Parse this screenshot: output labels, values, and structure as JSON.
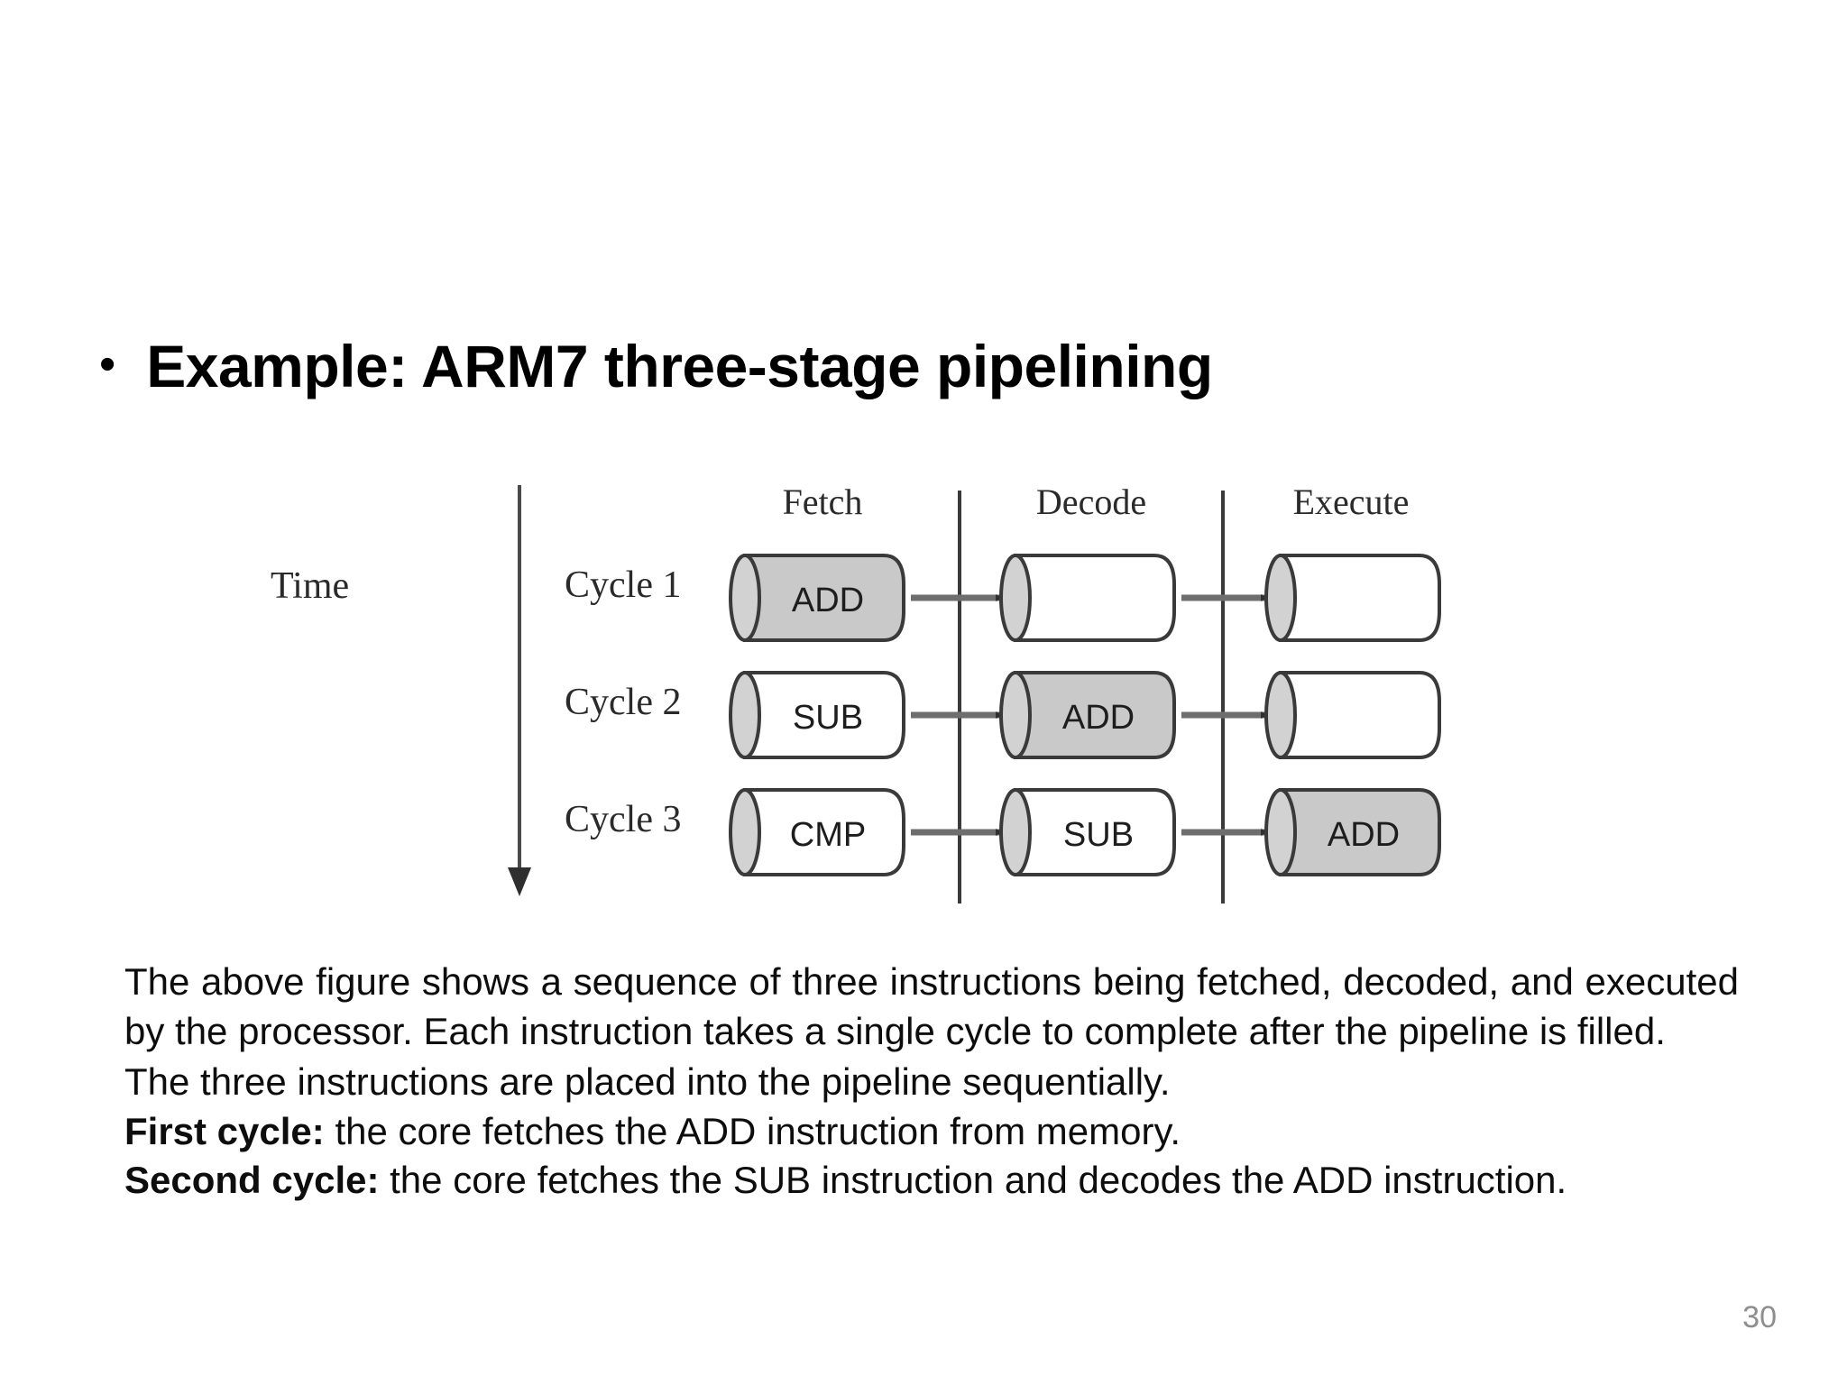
{
  "slide": {
    "bullet_glyph": "•",
    "title": "Example: ARM7 three-stage pipelining",
    "page_number": "30"
  },
  "figure": {
    "time_axis_label": "Time",
    "stage_headers": [
      "Fetch",
      "Decode",
      "Execute"
    ],
    "row_labels": [
      "Cycle 1",
      "Cycle 2",
      "Cycle 3"
    ],
    "colors": {
      "shaded_fill": "#c9c9c9",
      "empty_fill": "#ffffff",
      "cap_fill": "#d2d2d2",
      "stroke": "#3a3a3a",
      "arrow": "#6e6e6e",
      "divider": "#3a3a3a"
    },
    "cells": [
      {
        "row": "Cycle 1",
        "stage": "Fetch",
        "text": "ADD",
        "shaded": true
      },
      {
        "row": "Cycle 1",
        "stage": "Decode",
        "text": "",
        "shaded": false
      },
      {
        "row": "Cycle 1",
        "stage": "Execute",
        "text": "",
        "shaded": false
      },
      {
        "row": "Cycle 2",
        "stage": "Fetch",
        "text": "SUB",
        "shaded": false
      },
      {
        "row": "Cycle 2",
        "stage": "Decode",
        "text": "ADD",
        "shaded": true
      },
      {
        "row": "Cycle 2",
        "stage": "Execute",
        "text": "",
        "shaded": false
      },
      {
        "row": "Cycle 3",
        "stage": "Fetch",
        "text": "CMP",
        "shaded": false
      },
      {
        "row": "Cycle 3",
        "stage": "Decode",
        "text": "SUB",
        "shaded": false
      },
      {
        "row": "Cycle 3",
        "stage": "Execute",
        "text": "ADD",
        "shaded": true
      }
    ]
  },
  "body": {
    "paragraph_1": "The above figure shows a sequence of three instructions being fetched, decoded, and executed by the processor. Each instruction takes a single cycle to complete after the pipeline is filled.",
    "paragraph_2": "The three instructions are placed into the pipeline sequentially.",
    "first_cycle_lead": "First cycle:",
    "first_cycle_rest": " the core fetches the ADD instruction from memory.",
    "second_cycle_lead": "Second cycle:",
    "second_cycle_rest": " the core fetches the SUB instruction and decodes the ADD instruction."
  }
}
